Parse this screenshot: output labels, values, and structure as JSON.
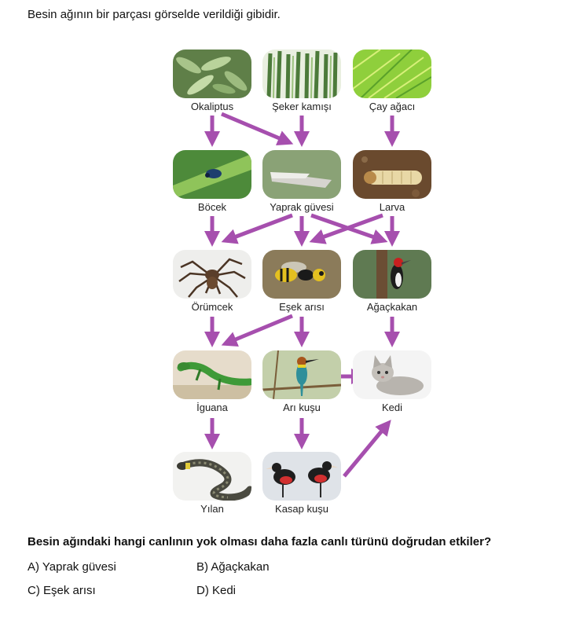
{
  "intro_text": "Besin ağının bir parçası görselde verildiği gibidir.",
  "arrow_color": "#a64fae",
  "organisms": {
    "okaliptus": "Okaliptus",
    "seker_kamisi": "Şeker kamışı",
    "cay_agaci": "Çay ağacı",
    "bocek": "Böcek",
    "yaprak_guvesi": "Yaprak güvesi",
    "larva": "Larva",
    "orumcek": "Örümcek",
    "esek_arisi": "Eşek arısı",
    "agackakan": "Ağaçkakan",
    "iguana": "İguana",
    "ari_kusu": "Arı kuşu",
    "kedi": "Kedi",
    "yilan": "Yılan",
    "kasap_kusu": "Kasap kuşu"
  },
  "question": "Besin ağındaki hangi canlının yok olması daha fazla canlı türünü doğrudan etkiler?",
  "options": {
    "a": "A) Yaprak güvesi",
    "b": "B) Ağaçkakan",
    "c": "C) Eşek arısı",
    "d": "D) Kedi"
  }
}
